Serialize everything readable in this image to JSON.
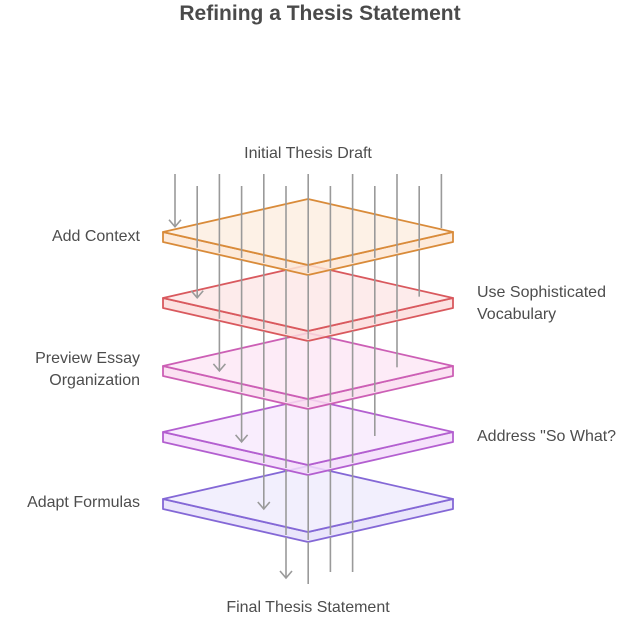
{
  "title": "Refining a Thesis Statement",
  "input_label": "Initial Thesis Draft",
  "output_label": "Final Thesis Statement",
  "layers": [
    {
      "label": "Add Context",
      "side": "left",
      "stroke": "#d98b3a",
      "fill": "#fdeee0",
      "edge_fill": "#fde6d3"
    },
    {
      "label": "Use Sophisticated Vocabulary",
      "side": "right",
      "stroke": "#d9595e",
      "fill": "#fde6e6",
      "edge_fill": "#fcdcdc"
    },
    {
      "label": "Preview Essay Organization",
      "side": "left",
      "stroke": "#cc5fb5",
      "fill": "#fce6f5",
      "edge_fill": "#fadcf0"
    },
    {
      "label": "Address \"So What?",
      "side": "right",
      "stroke": "#b35fd0",
      "fill": "#f8e8fc",
      "edge_fill": "#f3dcfa"
    },
    {
      "label": "Adapt Formulas",
      "side": "left",
      "stroke": "#8468d6",
      "fill": "#efebfc",
      "edge_fill": "#e6e0fa"
    }
  ],
  "arrow_color": "#9a9a9a"
}
